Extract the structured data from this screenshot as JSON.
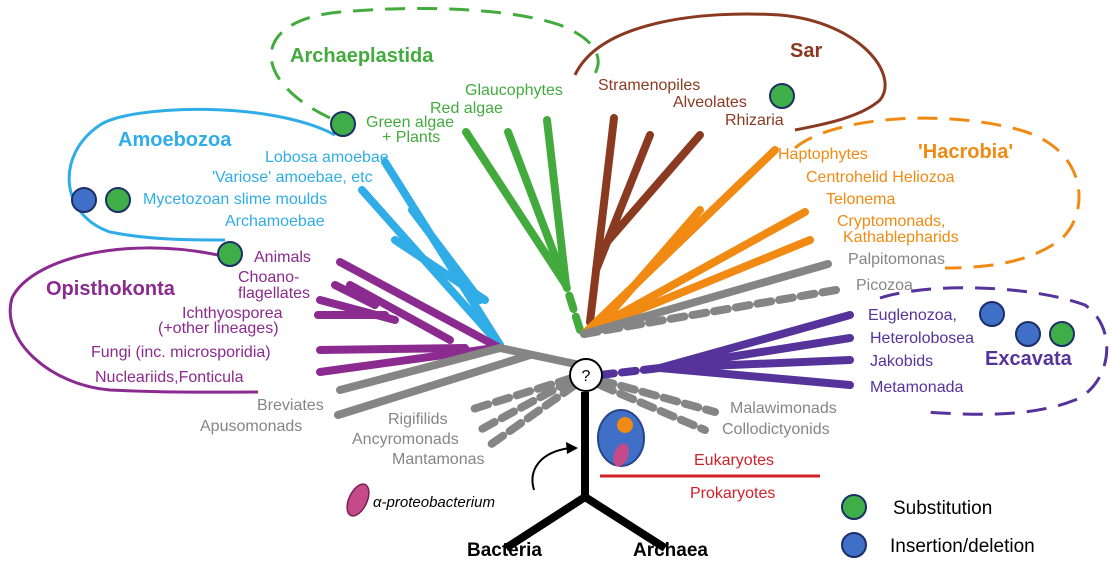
{
  "colors": {
    "green": "#43ab3e",
    "brown": "#8b3a22",
    "blue": "#30ade6",
    "purple": "#8b2a8f",
    "orange": "#f08a12",
    "gray": "#858585",
    "indigo": "#55339a",
    "red": "#d1202a",
    "black": "#000000",
    "sub_dot": "#3fae49",
    "indel_dot": "#3f6fc7"
  },
  "groups": {
    "archaeplastida": "Archaeplastida",
    "sar": "Sar",
    "amoebozoa": "Amoebozoa",
    "hacrobia": "'Hacrobia'",
    "opisthokonta": "Opisthokonta",
    "excavata": "Excavata"
  },
  "taxa": {
    "glaucophytes": "Glaucophytes",
    "red_algae": "Red algae",
    "green_algae": "Green algae",
    "plants": "+ Plants",
    "stramenopiles": "Stramenopiles",
    "alveolates": "Alveolates",
    "rhizaria": "Rhizaria",
    "lobosa": "Lobosa amoebae",
    "variose": "'Variose' amoebae, etc",
    "mycetozoan": "Mycetozoan slime moulds",
    "archamoebae": "Archamoebae",
    "haptophytes": "Haptophytes",
    "centrohelid": "Centrohelid Heliozoa",
    "telonema": "Telonema",
    "cryptomonads": "Cryptomonads,",
    "kathablepharids": "Kathablepharids",
    "palpitomonas": "Palpitomonas",
    "picozoa": "Picozoa",
    "animals": "Animals",
    "choano1": "Choano-",
    "choano2": "flagellates",
    "ichthyo1": "Ichthyosporea",
    "ichthyo2": "(+other lineages)",
    "fungi": "Fungi (inc. microsporidia)",
    "nuclear": "Nucleariids,Fonticula",
    "breviates": "Breviates",
    "apusomonads": "Apusomonads",
    "rigifilids": "Rigifilids",
    "ancyromonads": "Ancyromonads",
    "mantamonas": "Mantamonas",
    "euglenozoa": "Euglenozoa,",
    "heterolobosea": "Heterolobosea",
    "jakobids": "Jakobids",
    "metamonada": "Metamonada",
    "malawimonads": "Malawimonads",
    "collodictyonids": "Collodictyonids"
  },
  "root": {
    "question": "?",
    "eukaryotes": "Eukaryotes",
    "prokaryotes": "Prokaryotes",
    "bacteria": "Bacteria",
    "archaea": "Archaea",
    "proteobacterium": "α-proteobacterium"
  },
  "legend": {
    "substitution": "Substitution",
    "indel": "Insertion/deletion"
  }
}
